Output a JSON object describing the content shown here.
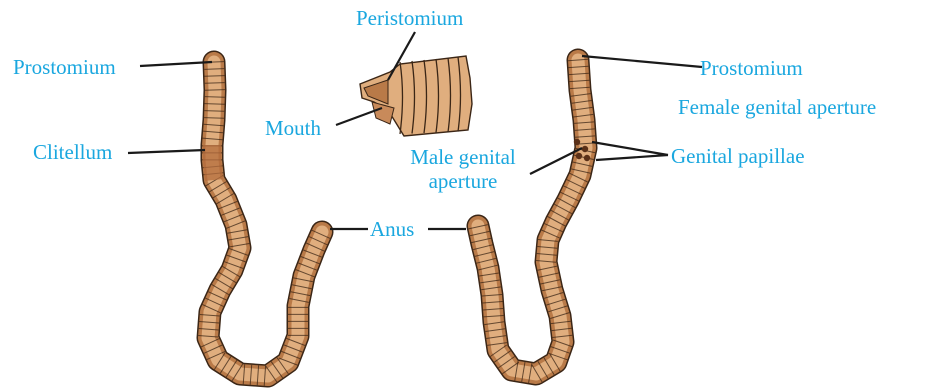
{
  "colors": {
    "label": "#1aa7df",
    "leader": "#1a1a1a",
    "body_fill": "#e0ae7e",
    "body_shade": "#b97a48",
    "segment_line": "#3b2616",
    "clitellum_fill": "#b46c3c"
  },
  "labels": {
    "peristomium": "Peristomium",
    "prostomium_left": "Prostomium",
    "prostomium_right": "Prostomium",
    "clitellum": "Clitellum",
    "mouth": "Mouth",
    "female_genital_aperture": "Female genital aperture",
    "male_genital_aperture_line1": "Male genital",
    "male_genital_aperture_line2": "aperture",
    "genital_papillae": "Genital papillae",
    "anus": "Anus"
  },
  "figures": {
    "dorsal_view": "earthworm-dorsal-view",
    "ventral_view": "earthworm-ventral-view",
    "anterior_end_enlarged": "earthworm-anterior-end"
  }
}
